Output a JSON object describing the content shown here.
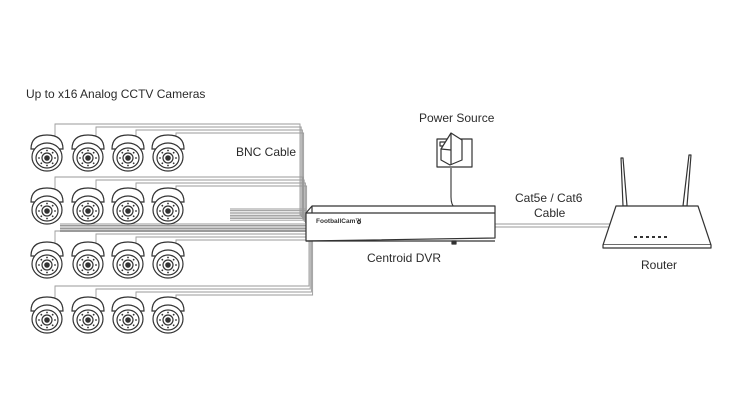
{
  "labels": {
    "cameras": "Up to x16 Analog CCTV Cameras",
    "bnc_cable": "BNC Cable",
    "power_source": "Power Source",
    "network_cable_line1": "Cat5e / Cat6",
    "network_cable_line2": "Cable",
    "dvr": "Centroid DVR",
    "router": "Router",
    "dvr_brand": "FootballCam™"
  },
  "colors": {
    "line": "#333333",
    "cable": "#9a9a9a",
    "background": "#ffffff"
  },
  "icons": {
    "camera": "dome-camera-icon",
    "dvr": "dvr-box-icon",
    "power": "wall-plug-icon",
    "router": "router-icon"
  },
  "camera_count": 16
}
